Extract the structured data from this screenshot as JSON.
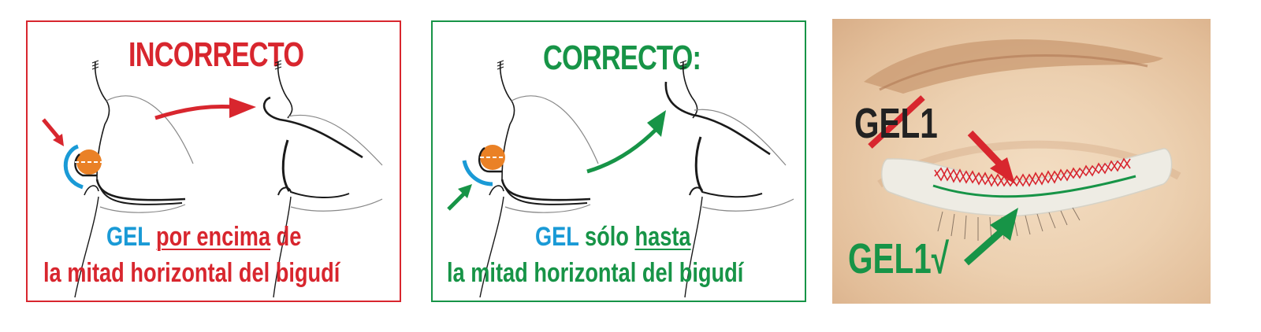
{
  "colors": {
    "incorrect": "#d8262e",
    "correct": "#179447",
    "gel_blue": "#1a9ad6",
    "roller_orange": "#ea8126",
    "line_black": "#1a1a1a",
    "label_dark": "#222222"
  },
  "panels": [
    {
      "id": "incorrect",
      "title": "INCORRECTO",
      "caption_line1": {
        "gel": "GEL",
        "underlined": "por encima",
        "rest": "de"
      },
      "caption_line2": "la mitad horizontal del bigudí"
    },
    {
      "id": "correct",
      "title": "CORRECTO:",
      "caption_line1": {
        "gel": "GEL",
        "plain": "sólo",
        "underlined": "hasta"
      },
      "caption_line2": "la mitad horizontal del bigudí"
    }
  ],
  "photo": {
    "wrong_label": "GEL1",
    "right_label": "GEL1√"
  }
}
